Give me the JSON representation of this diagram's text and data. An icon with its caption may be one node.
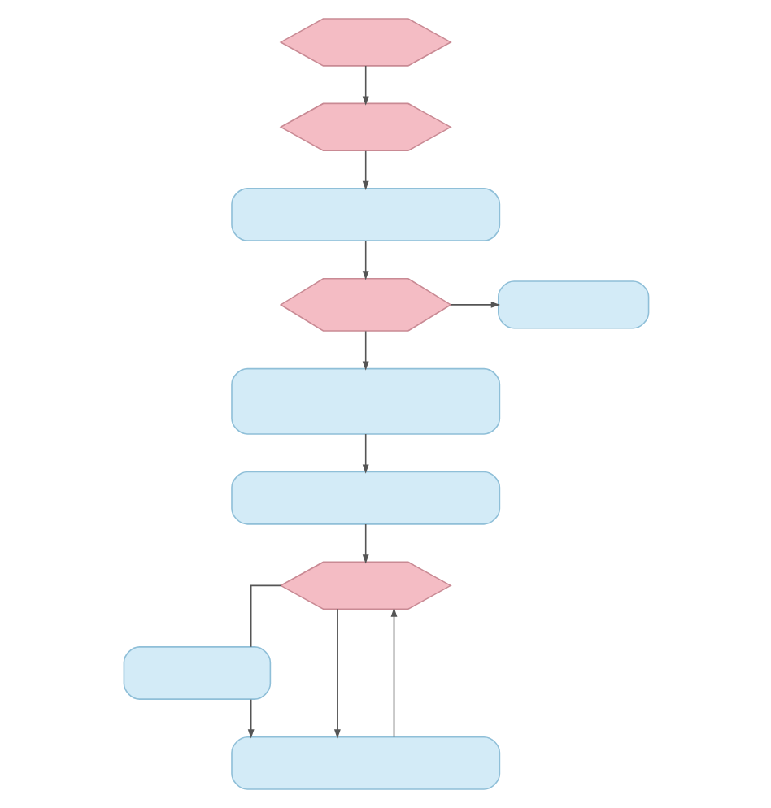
{
  "diagram": {
    "nodes": [
      {
        "text": [],
        "shape": "hexagon"
      },
      {
        "text": [],
        "shape": "hexagon"
      },
      {
        "text": [],
        "shape": "box"
      },
      {
        "text": [],
        "shape": "hexagon"
      },
      {
        "text": [],
        "shape": "box"
      },
      {
        "text": [],
        "shape": "box"
      },
      {
        "text": [],
        "shape": "box"
      },
      {
        "text": [],
        "shape": "hexagon"
      },
      {
        "text": [],
        "shape": "box"
      },
      {
        "text": [],
        "shape": "box"
      }
    ],
    "edges": [
      {
        "from": 0,
        "to": 1,
        "arrow": "to"
      },
      {
        "from": 1,
        "to": 2,
        "arrow": "to"
      },
      {
        "from": 2,
        "to": 3,
        "arrow": "to"
      },
      {
        "from": 3,
        "to": 4,
        "arrow": "to"
      },
      {
        "from": 3,
        "to": 5,
        "arrow": "to"
      },
      {
        "from": 5,
        "to": 6,
        "arrow": "to"
      },
      {
        "from": 6,
        "to": 7,
        "arrow": "to"
      },
      {
        "from": 7,
        "to": 8,
        "arrow": "none"
      },
      {
        "from": 8,
        "to": 9,
        "arrow": "to"
      },
      {
        "from": 9,
        "to": 7,
        "arrow": "to"
      },
      {
        "from": 7,
        "to": 9,
        "arrow": "to"
      }
    ]
  }
}
